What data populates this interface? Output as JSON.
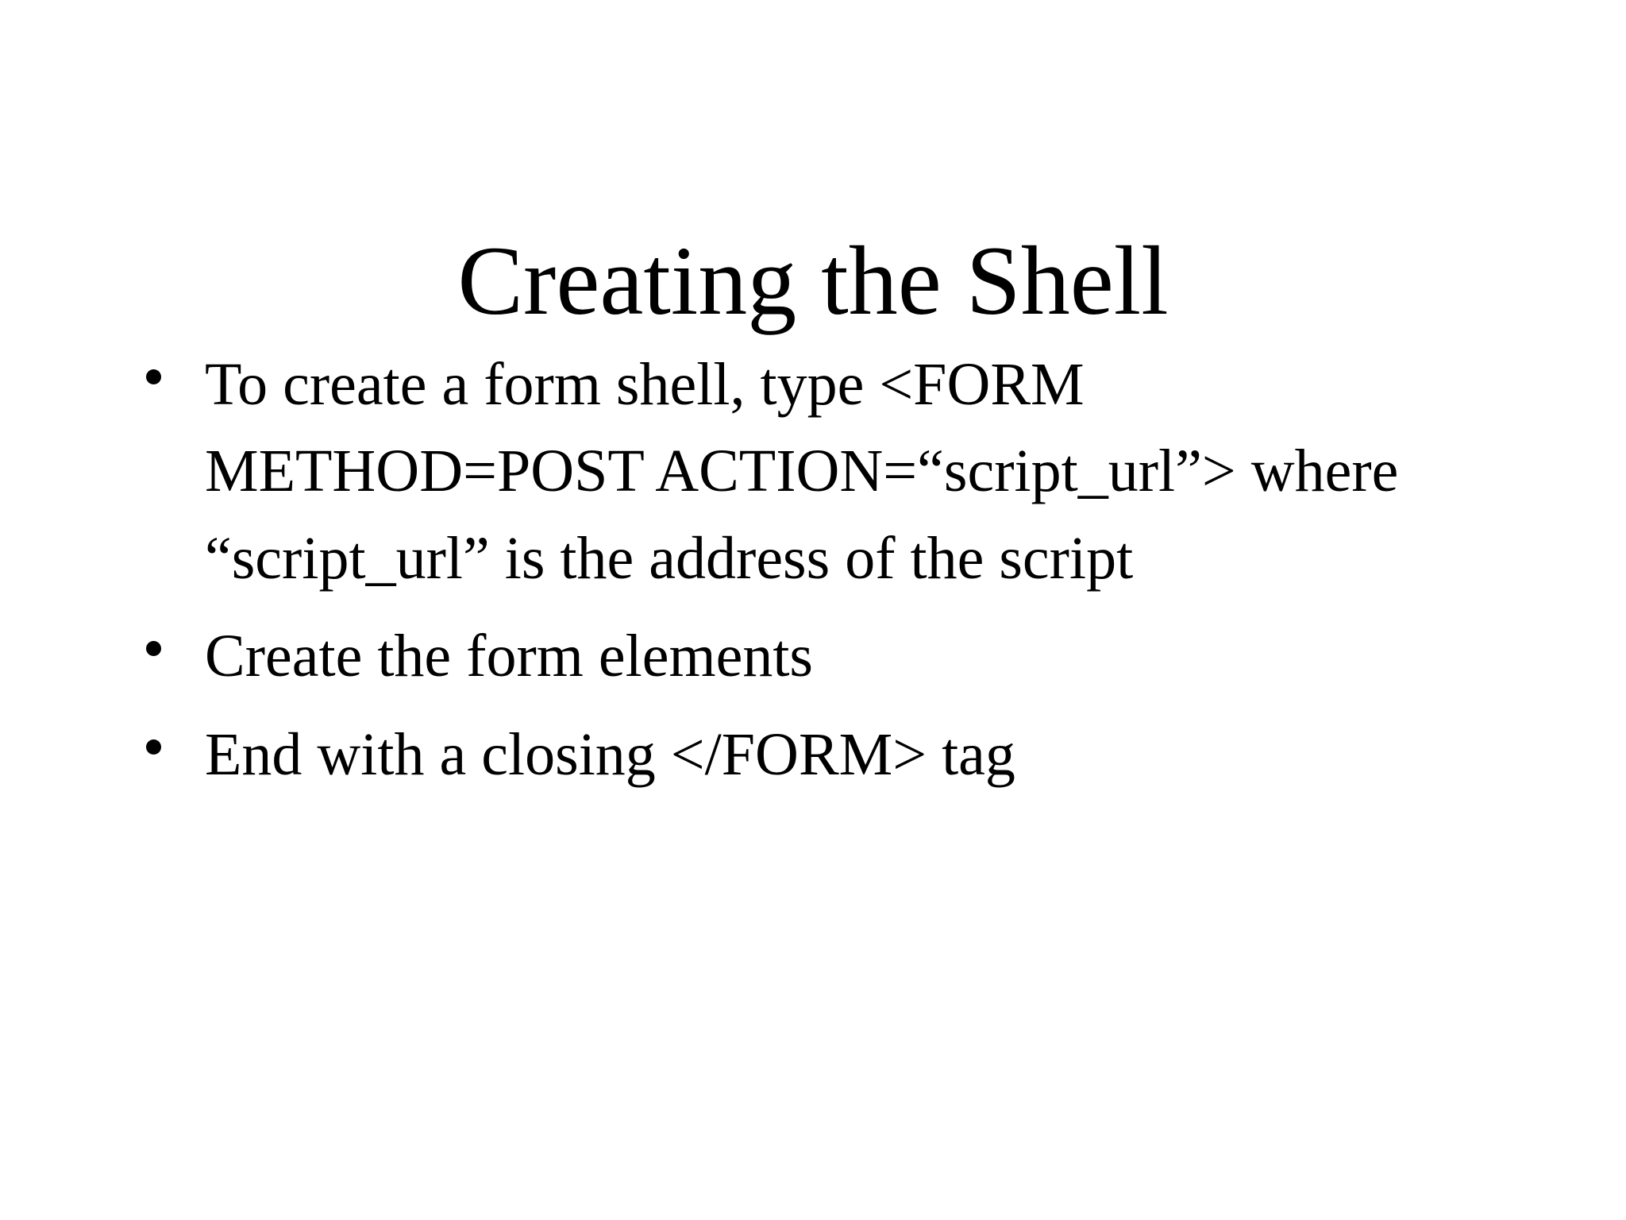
{
  "slide": {
    "title": "Creating the Shell",
    "background_color": "#ffffff",
    "text_color": "#000000",
    "bullet_marker": "round-bullet",
    "bullets": [
      {
        "text": "To create a form shell, type <FORM METHOD=POST ACTION=“script_url”> where “script_url” is the address of the script"
      },
      {
        "text": "Create the form elements"
      },
      {
        "text": "End with a closing </FORM> tag"
      }
    ]
  }
}
